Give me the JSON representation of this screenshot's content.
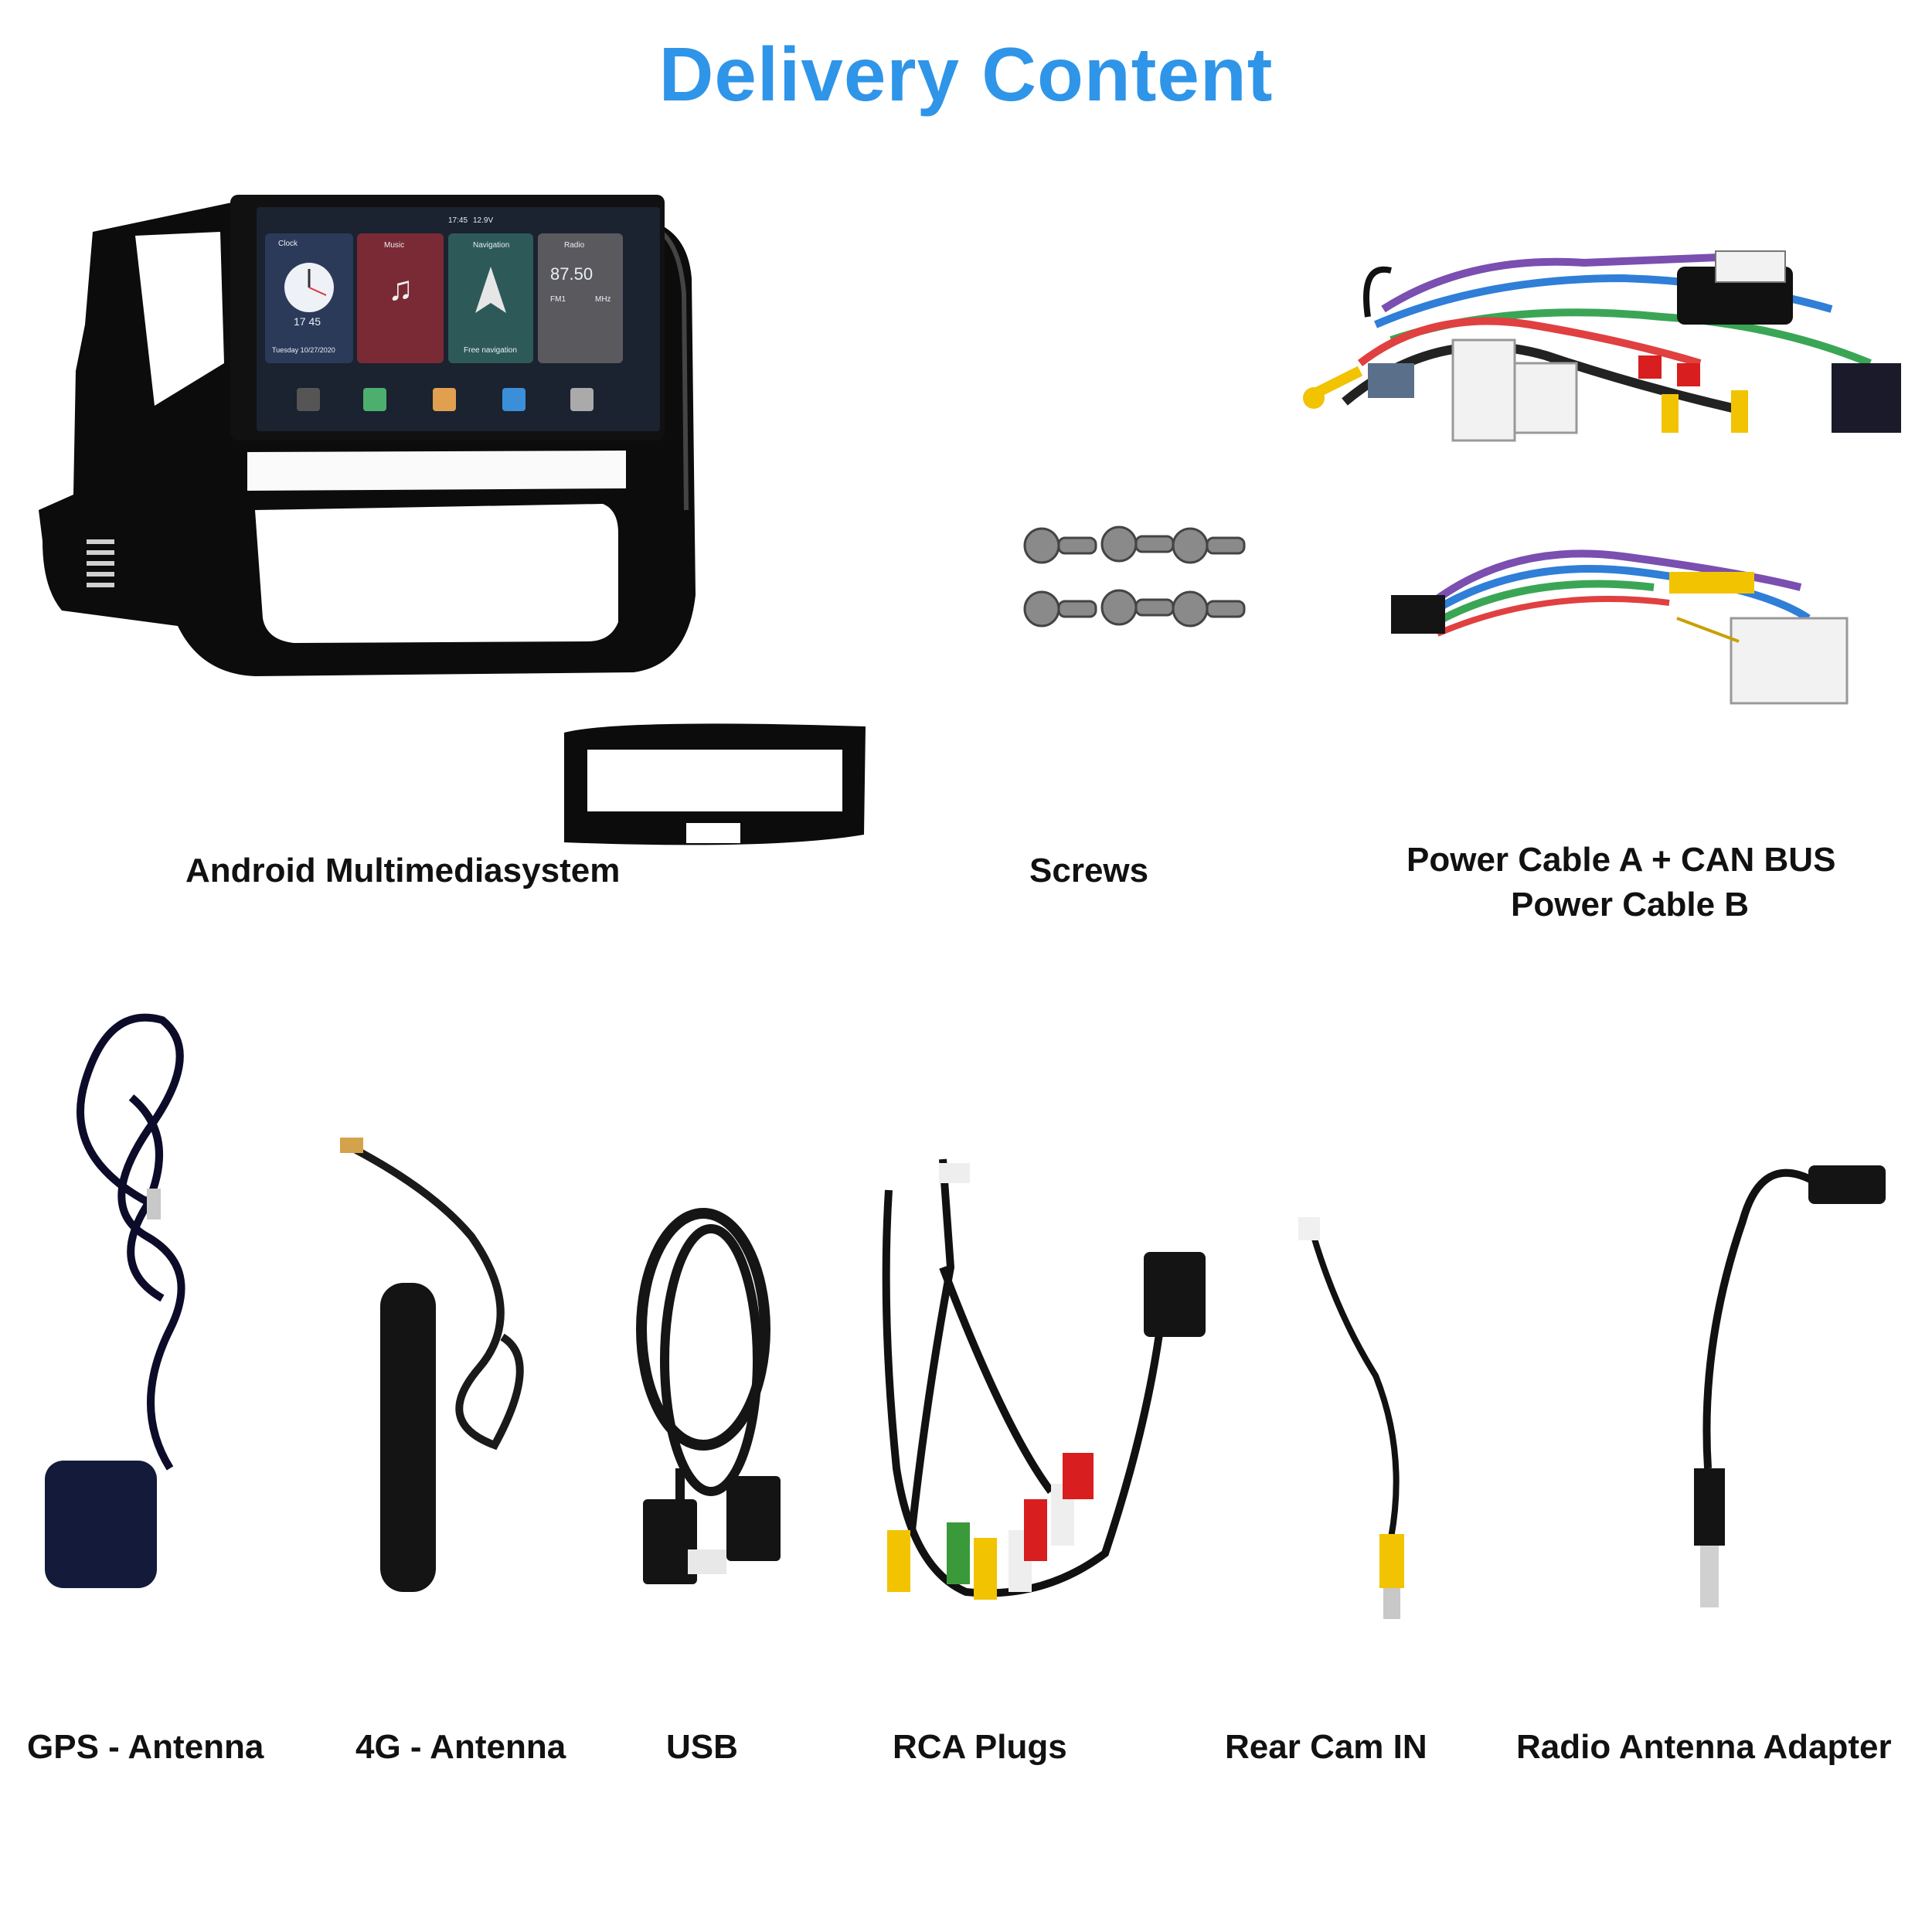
{
  "title": "Delivery Content",
  "items": {
    "android": "Android Multimediasystem",
    "screws": "Screws",
    "power_a": "Power Cable A + CAN BUS",
    "power_b": "Power Cable B",
    "gps": "GPS - Antenna",
    "g4": "4G - Antenna",
    "usb": "USB",
    "rca": "RCA Plugs",
    "rearcam": "Rear Cam IN",
    "radio": "Radio Antenna Adapter"
  },
  "screen": {
    "status_time": "17:45",
    "status_voltage": "12.9V",
    "tiles": [
      {
        "label": "Clock",
        "big": "17 45",
        "foot": "Tuesday 10/27/2020"
      },
      {
        "label": "Music"
      },
      {
        "label": "Navigation",
        "foot": "Free navigation"
      },
      {
        "label": "Radio",
        "big": "87.50",
        "band": "FM1",
        "unit": "MHz"
      }
    ]
  },
  "colors": {
    "title": "#2f95e8",
    "cable_yellow": "#f2c300",
    "cable_red": "#d81e1e",
    "connector_white": "#f2f2f2",
    "plastic_black": "#0a0a0a"
  }
}
